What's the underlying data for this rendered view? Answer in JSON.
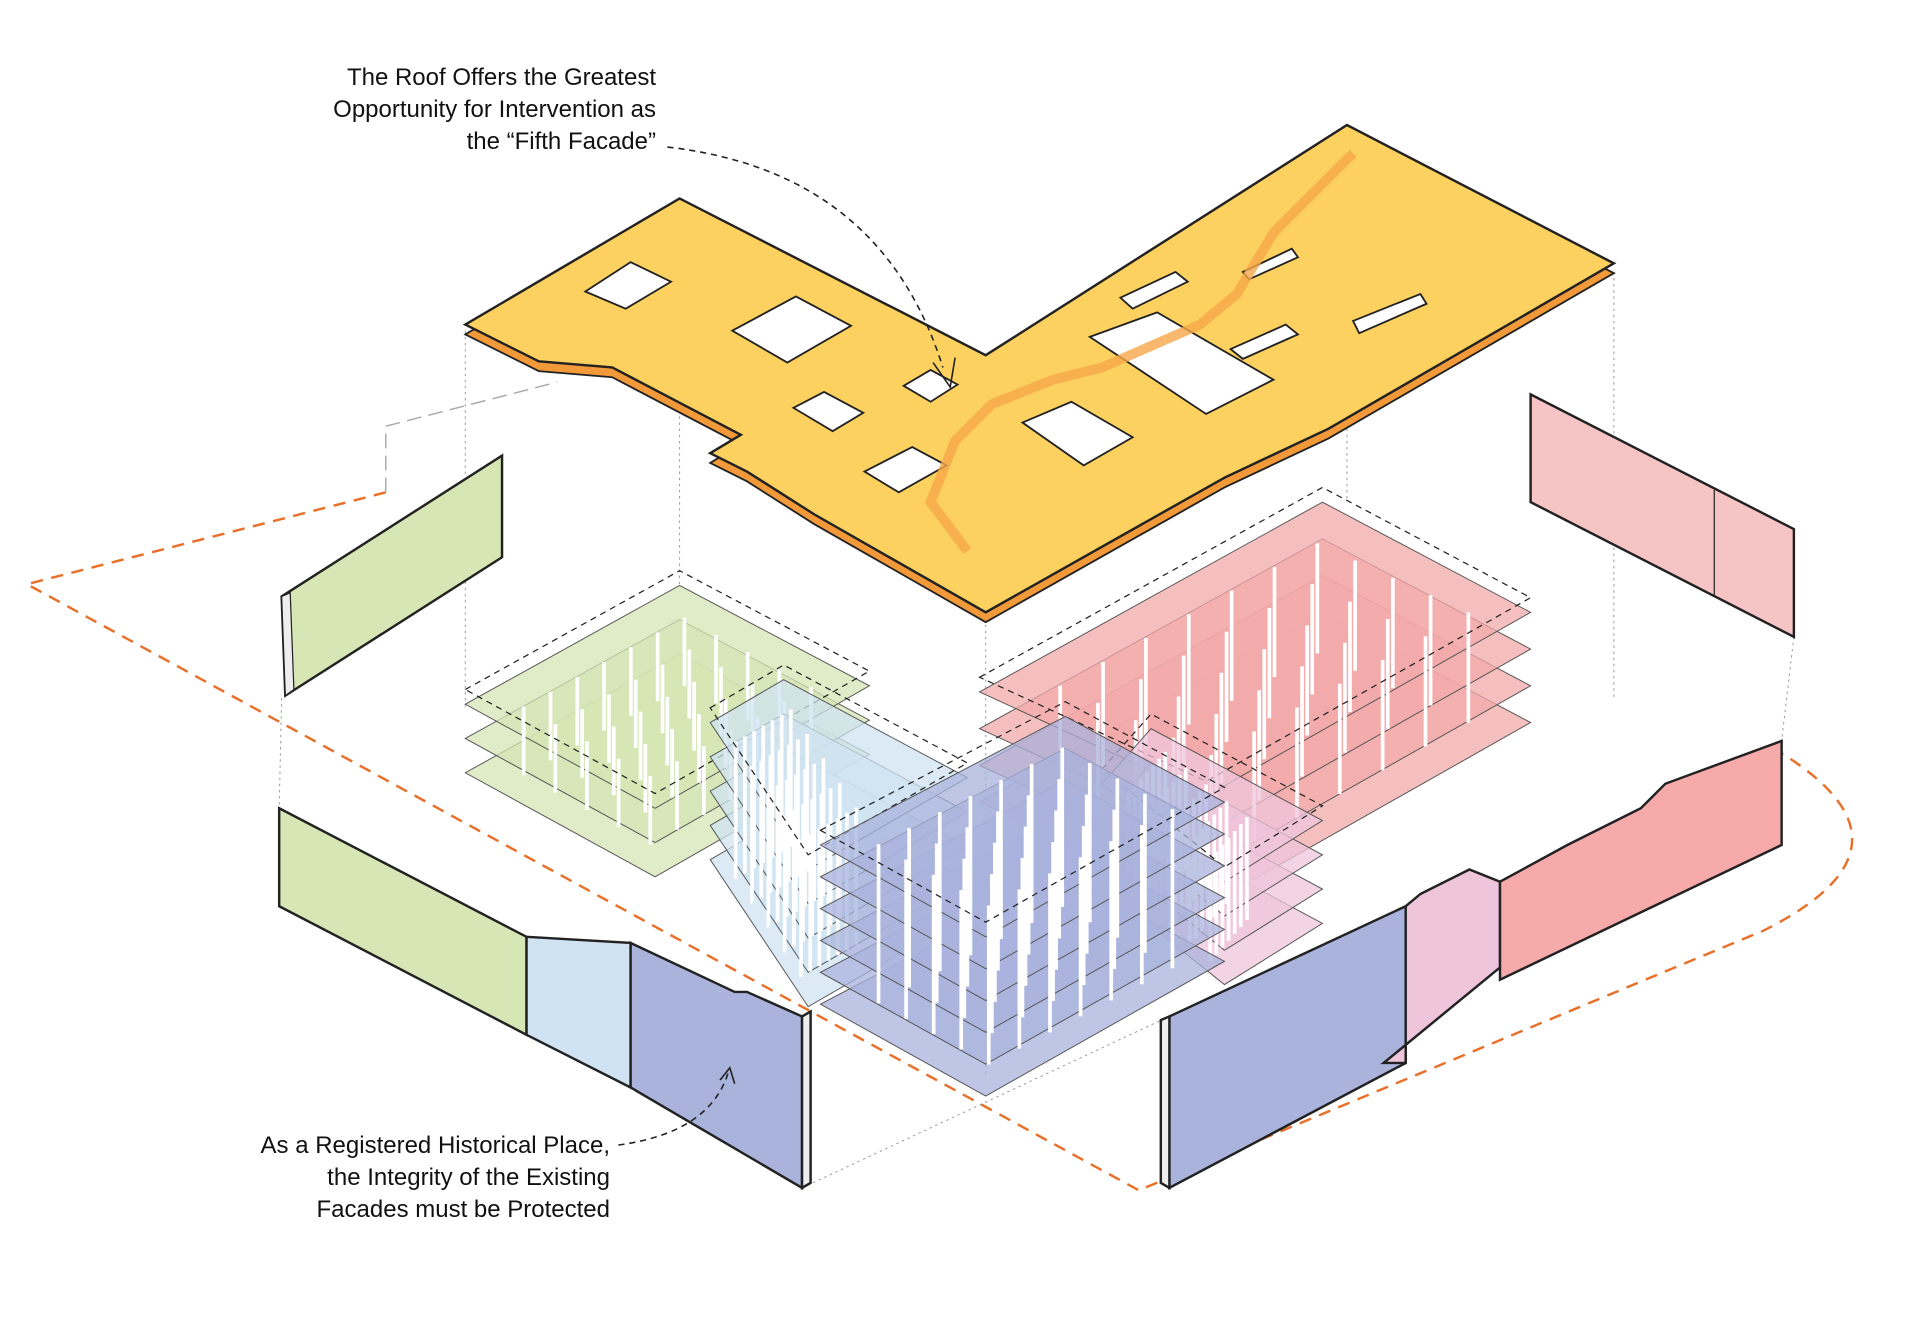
{
  "annotations": {
    "roof": {
      "lines": [
        "The Roof Offers the Greatest",
        "Opportunity for Intervention as",
        "the “Fifth Facade”"
      ]
    },
    "facades": {
      "lines": [
        "As a Registered Historical Place,",
        "the Integrity of the Existing",
        "Facades must be Protected"
      ]
    }
  },
  "colors": {
    "roof": "#fcd160",
    "roof_edge": "#f29a3a",
    "green": "#d6e6b4",
    "blue": "#cfe3f2",
    "purple": "#a9b3dc",
    "pink": "#efc5dc",
    "red": "#f3aaaa",
    "site_boundary": "#e8702a"
  }
}
